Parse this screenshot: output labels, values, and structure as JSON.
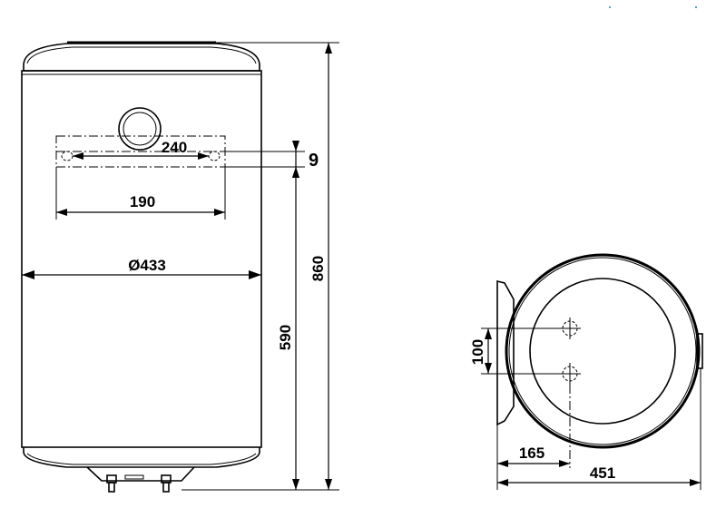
{
  "front_view": {
    "dim_overall_height": "860",
    "dim_mount_height": "590",
    "dim_bracket_offset": "9",
    "dim_bracket_width": "240",
    "dim_hole_spacing": "190",
    "dim_diameter": "Ø433"
  },
  "top_view": {
    "dim_pipe_spacing": "100",
    "dim_pipe_offset": "165",
    "dim_depth": "451"
  }
}
